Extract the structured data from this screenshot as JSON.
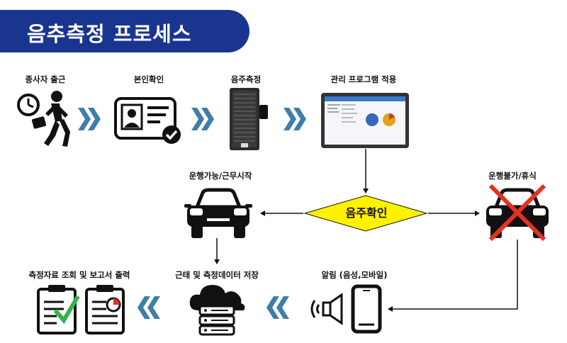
{
  "title": "음추측정 프로세스",
  "steps": {
    "clock_in": "종사자 출근",
    "id_check": "본인확인",
    "measure": "음주측정",
    "program": "관리 프로그램 적용",
    "drive_ok": "운행가능/근무시작",
    "decision": "음주확인",
    "drive_no": "운행불가/휴식",
    "report": "측정자료 조회 및 보고서 출력",
    "store": "근태 및 측정데이터 저장",
    "alert": "알림 (음성,모바일)"
  },
  "colors": {
    "title_bg": "#1a3590",
    "chevron": "#3f7ea8",
    "diamond": "#fff200",
    "cross": "#e53024",
    "check": "#36b24a"
  }
}
